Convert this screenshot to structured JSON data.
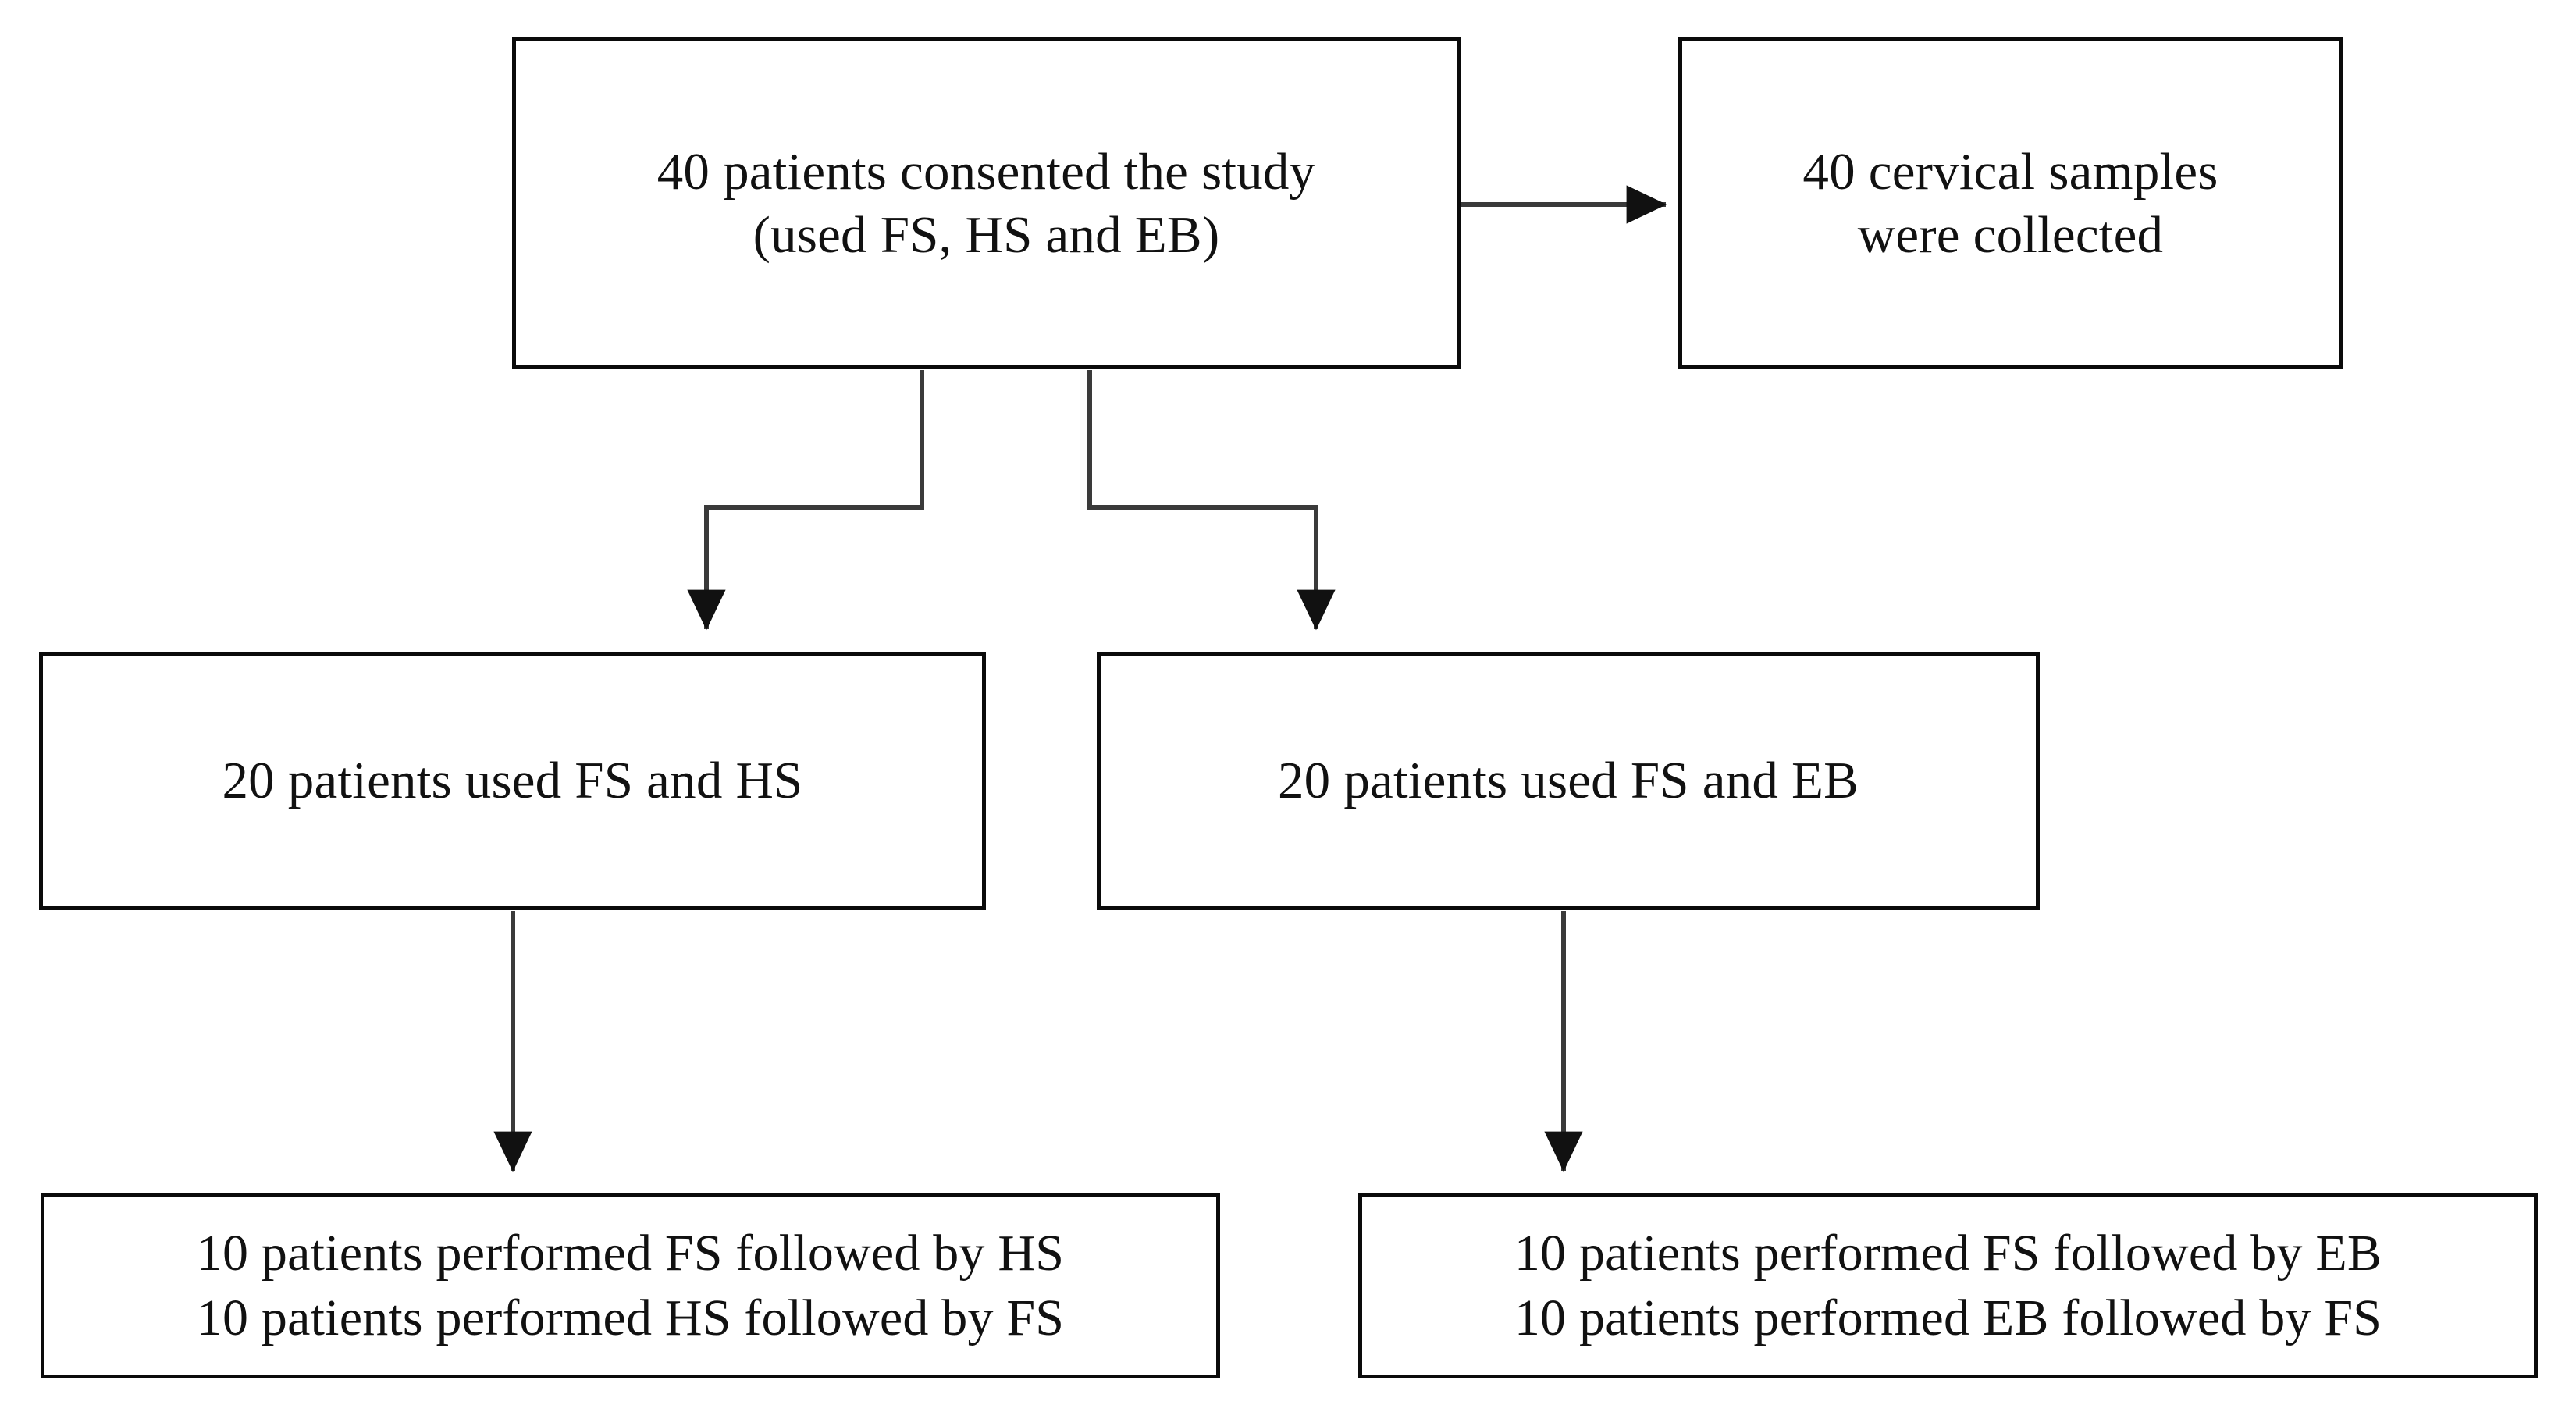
{
  "diagram": {
    "type": "flowchart",
    "orientation": "top-down",
    "background_color": "#ffffff",
    "line_color": "#1a1a1a",
    "text_color": "#111111",
    "nodes": {
      "consent": {
        "id": "consent",
        "text": "40 patients consented the study\n(used FS, HS and EB)",
        "line1": "40 patients consented the study",
        "line2": "(used FS, HS and EB)",
        "count": 40
      },
      "samples": {
        "id": "samples",
        "text": "40 cervical samples\nwere collected",
        "line1": "40 cervical samples",
        "line2": "were collected",
        "count": 40
      },
      "group_fs_hs": {
        "id": "group_fs_hs",
        "text": "20 patients used FS and HS",
        "count": 20
      },
      "group_fs_eb": {
        "id": "group_fs_eb",
        "text": "20 patients used FS and EB",
        "count": 20
      },
      "order_hs": {
        "id": "order_hs",
        "text": "10 patients performed FS followed by HS\n10 patients performed HS followed by FS",
        "line1": "10 patients performed FS followed by HS",
        "line2": "10 patients performed HS followed by FS",
        "count": 10
      },
      "order_eb": {
        "id": "order_eb",
        "text": "10 patients performed FS followed by EB\n10 patients performed EB followed by FS",
        "line1": "10 patients performed FS followed by EB",
        "line2": "10 patients performed EB followed by FS",
        "count": 10
      }
    },
    "edges": [
      {
        "id": "consent-to-samples",
        "from": "consent",
        "to": "samples",
        "style": "straight-horizontal",
        "arrowhead": true
      },
      {
        "id": "consent-to-group-fs-hs",
        "from": "consent",
        "to": "group_fs_hs",
        "style": "elbow-left",
        "arrowhead": true
      },
      {
        "id": "consent-to-group-fs-eb",
        "from": "consent",
        "to": "group_fs_eb",
        "style": "elbow-right",
        "arrowhead": true
      },
      {
        "id": "group-fs-hs-to-order-hs",
        "from": "group_fs_hs",
        "to": "order_hs",
        "style": "straight-vertical",
        "arrowhead": true
      },
      {
        "id": "group-fs-eb-to-order-eb",
        "from": "group_fs_eb",
        "to": "order_eb",
        "style": "straight-vertical",
        "arrowhead": true
      }
    ],
    "abbreviations": {
      "FS": "FS",
      "HS": "HS",
      "EB": "EB"
    }
  }
}
